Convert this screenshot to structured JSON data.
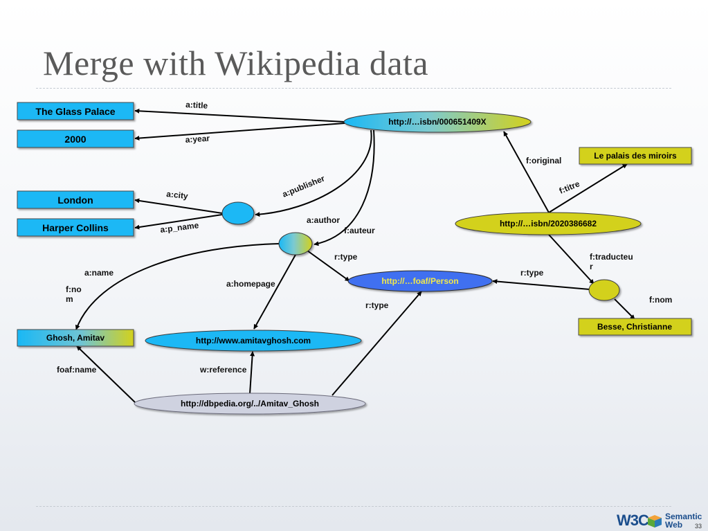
{
  "slide": {
    "title": "Merge with Wikipedia data",
    "page_number": "33"
  },
  "logo": {
    "w3c": "W3C",
    "semantic": "Semantic",
    "web": "Web"
  },
  "nodes": {
    "glass_palace": "The Glass Palace",
    "year_2000": "2000",
    "london": "London",
    "harper_collins": "Harper Collins",
    "isbn_en": "http://…isbn/000651409X",
    "palais": "Le palais des miroirs",
    "isbn_fr": "http://…isbn/2020386682",
    "foaf_person": "http://…foaf/Person",
    "ghosh": "Ghosh, Amitav",
    "homepage_url": "http://www.amitavghosh.com",
    "besse": "Besse, Christianne",
    "dbpedia": "http://dbpedia.org/../Amitav_Ghosh"
  },
  "edges": {
    "a_title": "a:title",
    "a_year": "a:year",
    "a_publisher": "a:publisher",
    "a_city": "a:city",
    "a_p_name": "a:p_name",
    "a_author": "a:author",
    "f_auteur": "f:auteur",
    "f_original": "f:original",
    "f_titre": "f:titre",
    "f_traducteur_1": "f:traducteu",
    "f_traducteur_2": "r",
    "r_type_author": "r:type",
    "r_type_trans": "r:type",
    "r_type_dbpedia": "r:type",
    "a_name": "a:name",
    "f_nom_1": "f:no",
    "f_nom_2": "m",
    "a_homepage": "a:homepage",
    "f_nom_trans": "f:nom",
    "foaf_name": "foaf:name",
    "w_reference": "w:reference"
  },
  "colors": {
    "title_text": "#5a5a5a",
    "blue_box": "#1ab8f5",
    "yellow_box": "#d3d11c",
    "person_node": "#3f6ff0",
    "person_text": "#f2e94a",
    "dbpedia_node": "#cfd2e0"
  }
}
